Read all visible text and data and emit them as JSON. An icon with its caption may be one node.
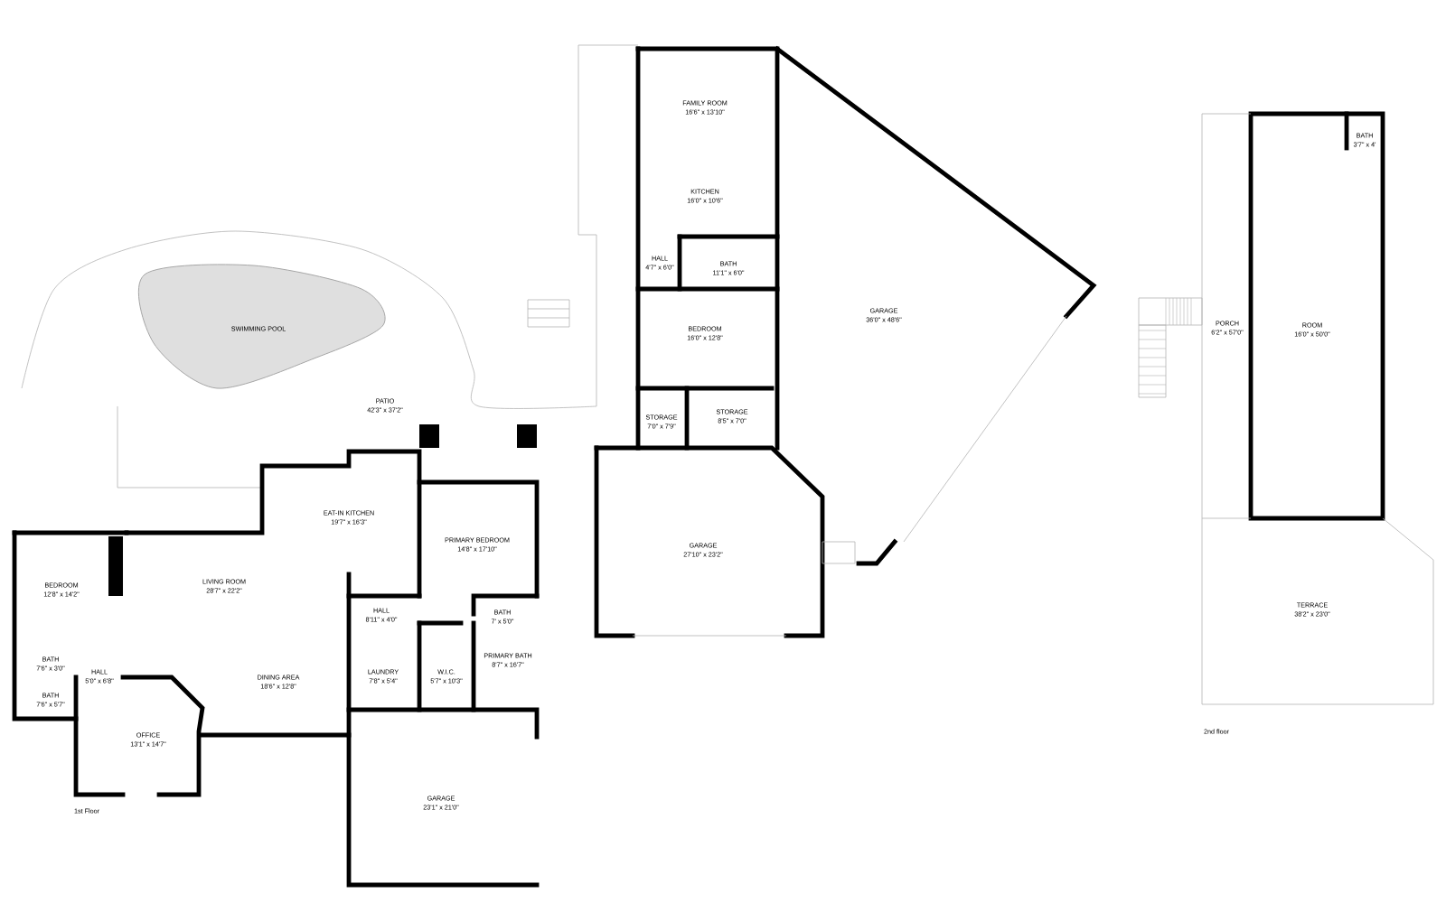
{
  "diagram": {
    "nodes": [
      {
        "text": [
          "SWIMMING POOL"
        ]
      }
    ],
    "labels": [
      "PATIO",
      "42'3\" x 37'2\"",
      "FAMILY ROOM",
      "16'6\" x 13'10\"",
      "KITCHEN",
      "16'0\" x 10'6\"",
      "HALL",
      "4'7\" x 6'0\"",
      "BATH",
      "11'1\" x 6'0\"",
      "BEDROOM",
      "16'0\" x 12'8\"",
      "GARAGE",
      "36'0\" x 48'6\"",
      "STORAGE",
      "7'0\" x 7'9\"",
      "STORAGE",
      "8'5\" x 7'0\"",
      "GARAGE",
      "27'10\" x 23'2\"",
      "EAT-IN KITCHEN",
      "19'7\" x 16'3\"",
      "PRIMARY BEDROOM",
      "14'8\" x 17'10\"",
      "BEDROOM",
      "12'8\" x 14'2\"",
      "LIVING ROOM",
      "28'7\" x 22'2\"",
      "HALL",
      "8'11\" x 4'0\"",
      "BATH",
      "7' x 5'0\"",
      "PRIMARY BATH",
      "8'7\" x 16'7\"",
      "W.I.C.",
      "5'7\" x 10'3\"",
      "LAUNDRY",
      "7'8\" x 5'4\"",
      "DINING AREA",
      "18'6\" x 12'8\"",
      "BATH",
      "7'6\" x 3'0\"",
      "HALL",
      "5'0\" x 6'8\"",
      "BATH",
      "7'6\" x 5'7\"",
      "OFFICE",
      "13'1\" x 14'7\"",
      "GARAGE",
      "23'1\" x 21'0\"",
      "1st Floor",
      "BATH",
      "3'7\" x 4'",
      "PORCH",
      "6'2\" x 57'0\"",
      "ROOM",
      "16'0\" x 50'0\"",
      "TERRACE",
      "38'2\" x 23'0\"",
      "2nd floor"
    ]
  }
}
